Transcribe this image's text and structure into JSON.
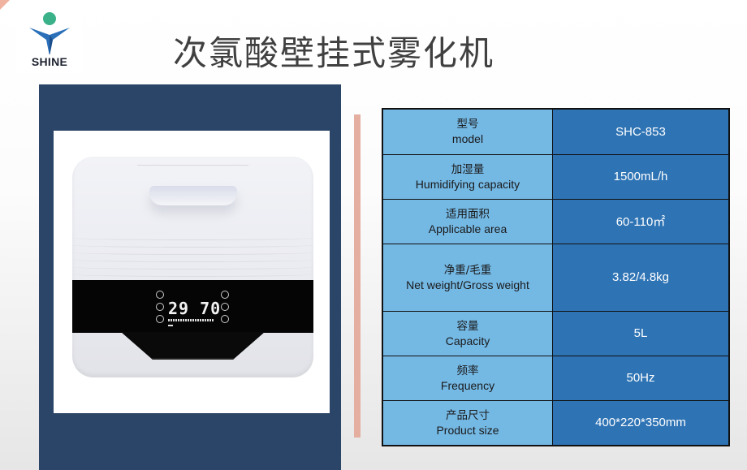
{
  "header": {
    "logo_text": "SHINE",
    "title": "次氯酸壁挂式雾化机"
  },
  "colors": {
    "panel_navy": "#2b4569",
    "label_cell": "#74b8e4",
    "value_cell": "#2e73b4",
    "accent_bar": "#e4afa0",
    "logo_blue": "#2a6fb8",
    "logo_green": "#3bb18a"
  },
  "product_image": {
    "description": "white wall-mounted humidifier with black control panel",
    "display_reading": "29 70"
  },
  "specs": [
    {
      "label_zh": "型号",
      "label_en": "model",
      "value": "SHC-853"
    },
    {
      "label_zh": "加湿量",
      "label_en": "Humidifying capacity",
      "value": "1500mL/h"
    },
    {
      "label_zh": "适用面积",
      "label_en": "Applicable area",
      "value": "60-110㎡"
    },
    {
      "label_zh": "净重/毛重",
      "label_en": "Net weight/Gross weight",
      "value": "3.82/4.8kg"
    },
    {
      "label_zh": "容量",
      "label_en": "Capacity",
      "value": "5L"
    },
    {
      "label_zh": "频率",
      "label_en": "Frequency",
      "value": "50Hz"
    },
    {
      "label_zh": "产品尺寸",
      "label_en": "Product size",
      "value": "400*220*350mm"
    }
  ]
}
